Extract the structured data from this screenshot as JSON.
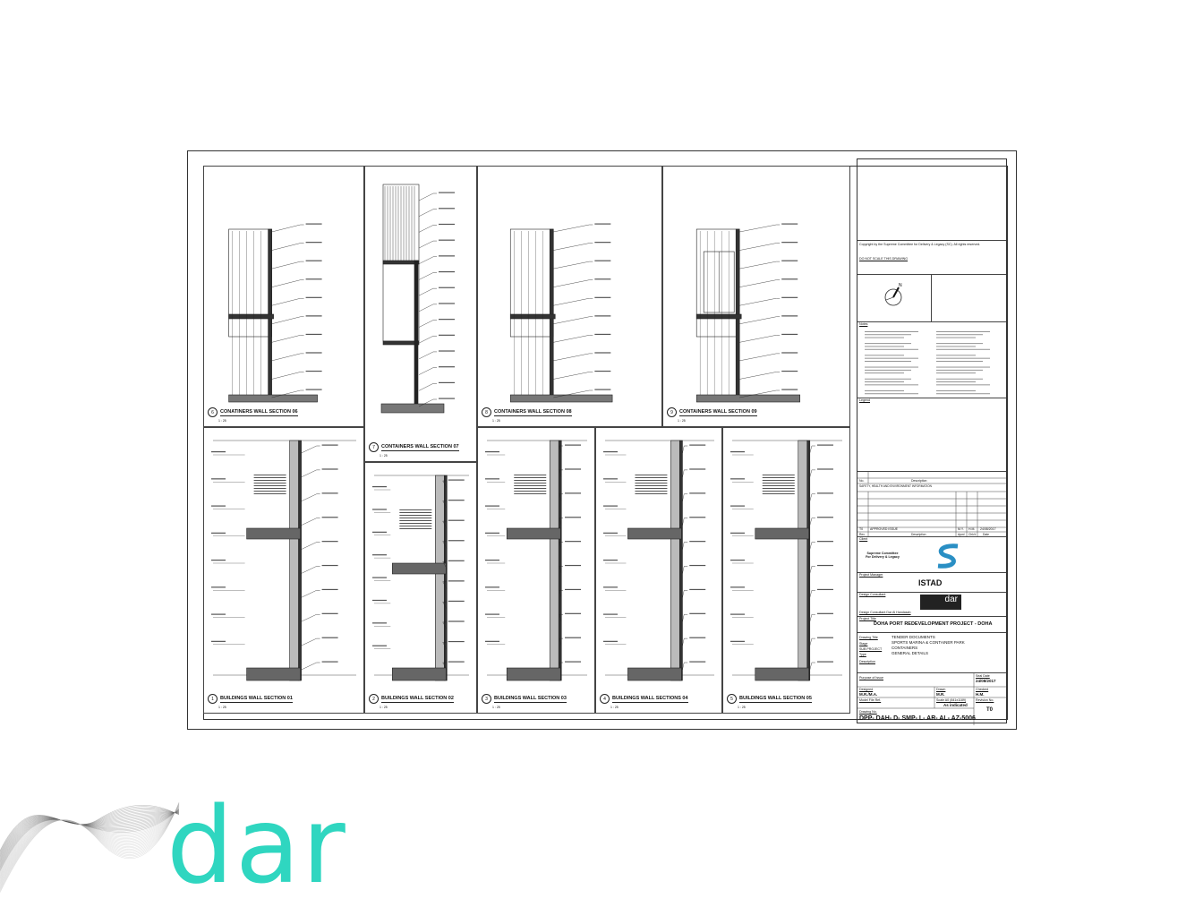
{
  "sections": [
    {
      "num": "6",
      "title": "CONATINERS WALL SECTION 06",
      "scale": "1 : 25",
      "kind": "container"
    },
    {
      "num": "7",
      "title": "CONTAINERS WALL SECTION 07",
      "scale": "1 : 25",
      "kind": "tall"
    },
    {
      "num": "8",
      "title": "CONTAINERS WALL SECTION 08",
      "scale": "1 : 25",
      "kind": "container"
    },
    {
      "num": "9",
      "title": "CONTAINERS WALL SECTION 09",
      "scale": "1 : 25",
      "kind": "door"
    },
    {
      "num": "1",
      "title": "BUILDINGS WALL SECTION 01",
      "scale": "1 : 25",
      "kind": "building"
    },
    {
      "num": "2",
      "title": "BUILDINGS WALL SECTION 02",
      "scale": "1 : 25",
      "kind": "building"
    },
    {
      "num": "3",
      "title": "BUILDINGS WALL SECTION 03",
      "scale": "1 : 25",
      "kind": "building"
    },
    {
      "num": "4",
      "title": "BUILDINGS WALL SECTIONS 04",
      "scale": "1 : 25",
      "kind": "building"
    },
    {
      "num": "5",
      "title": "BUILDINGS WALL SECTION 05",
      "scale": "1 : 25",
      "kind": "building"
    }
  ],
  "title_block": {
    "copyright": "Copyright by the Supreme Committee for Delivery & Legacy (SC). All rights reserved.",
    "do_not_scale": "DO NOT SCALE THIS DRAWING",
    "notes_label": "Notes",
    "legend_label": "Legend",
    "rev_no_label": "No.",
    "rev_desc_label": "Description",
    "safety_heading": "SAFETY, HEALTH AND ENVIRONMENT INFORMATION",
    "revision": {
      "rev": "T0",
      "description": "APPROVED ISSUE",
      "apvd": "M.Y.",
      "chkd": "H.M.",
      "date": "24/08/2017"
    },
    "rev_headers": [
      "Rev.",
      "Description",
      "Apvd",
      "Chk'd",
      "Date"
    ],
    "client_label": "Client",
    "client_name": "Supreme Committee For Delivery & Legacy",
    "project_manager_label": "Project Manager",
    "project_manager_logo": "ISTAD",
    "design_consultant_label": "Design Consultant",
    "design_consultant_logo": "dar",
    "design_consultant_line": "Design Consultant Dar Al Handasah",
    "project_title_label": "Project Title",
    "project_title": "DOHA PORT REDEVELOPMENT PROJECT - DOHA",
    "drawing_title_label": "Drawing Title",
    "stage_label": "Stage",
    "sub_project_label": "SUB PROJECT",
    "type_label": "Type",
    "description_label": "Description",
    "drawing_title": "TENDER DOCUMENTS",
    "stage": "SPORTS MARINA & CONTAINER PARK",
    "sub_project": "CONTAINERS",
    "type": "GENERAL DETAILS",
    "purpose_label": "Purpose of Issue",
    "seal_date_label": "Seal Date",
    "seal_date": "24/08/2017",
    "designed_label": "Designed",
    "designed": "M.R./M.A.",
    "drawn_label": "Drawn",
    "drawn": "M.R.",
    "checked_label": "Checked",
    "checked": "H.M.",
    "model_file_label": "Model File Ref.",
    "scale_label": "Scale A0 (841x1189)",
    "scale": "As indicated",
    "revision_no_label": "Revision No.",
    "revision_no": "T0",
    "drawing_no_label": "Drawing No.",
    "drawing_no": "DPP- DAH- D- SMP- L- AR- AL- AZ-5006"
  },
  "brand": {
    "name": "dar",
    "color": "#2fd6c0"
  }
}
